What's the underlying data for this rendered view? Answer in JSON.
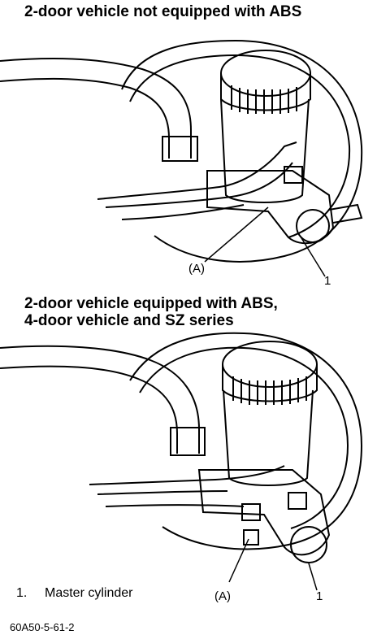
{
  "section1": {
    "heading": "2-door vehicle not equipped with ABS",
    "callout_a": "(A)",
    "callout_1": "1"
  },
  "section2": {
    "heading_line1": "2-door vehicle equipped with ABS,",
    "heading_line2": "4-door vehicle and SZ series",
    "callout_a": "(A)",
    "callout_1": "1"
  },
  "legend": {
    "number": "1.",
    "label": "Master cylinder"
  },
  "figure_code": "60A50-5-61-2"
}
